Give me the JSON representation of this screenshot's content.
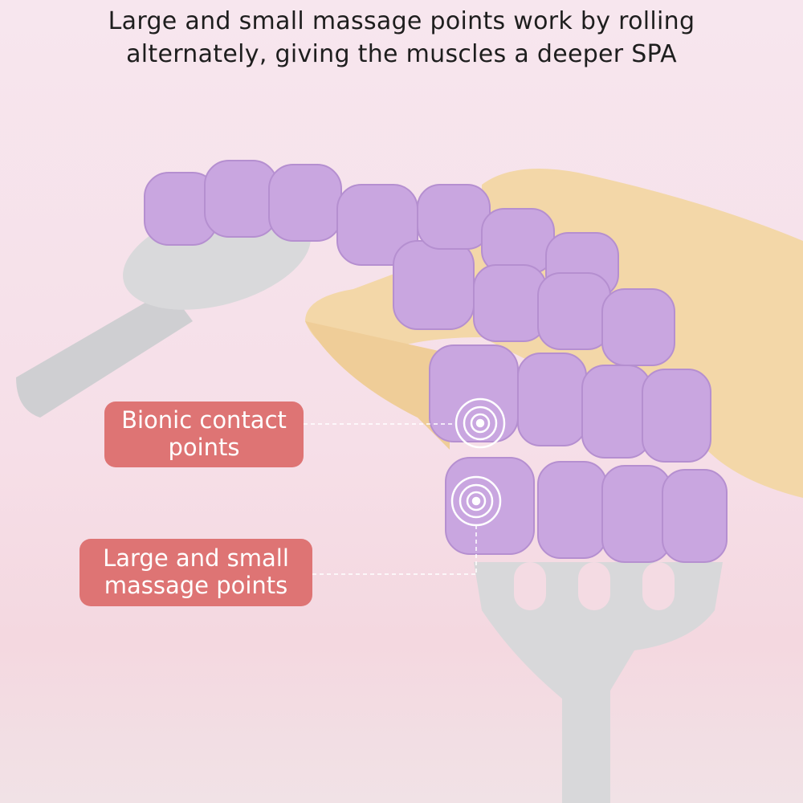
{
  "headline": {
    "line1": "Large and small massage points work by rolling",
    "line2": "alternately, giving the muscles a deeper SPA"
  },
  "callouts": [
    {
      "line1": "Bionic contact",
      "line2": "points"
    },
    {
      "line1": "Large and small",
      "line2": "massage points"
    }
  ],
  "colors": {
    "roller_purple": "#c9a6e0",
    "label_red": "#de7474",
    "handle_gray": "#d4d4d6",
    "hand_skin": "#f3d7a8"
  }
}
